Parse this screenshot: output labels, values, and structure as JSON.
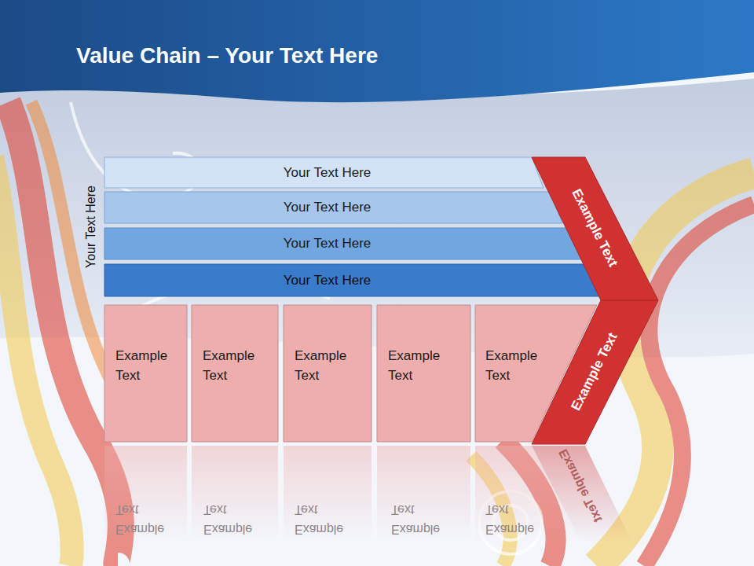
{
  "diagram": {
    "title": "Value Chain – Your Text Here",
    "nodes": [
      {
        "text": [
          "Your Text Here"
        ]
      },
      {
        "text": [
          "Your Text Here"
        ]
      },
      {
        "text": [
          "Your Text Here"
        ]
      },
      {
        "text": [
          "Your Text Here"
        ]
      },
      {
        "text": [
          "Example Text"
        ]
      },
      {
        "text": [
          "Example Text"
        ]
      },
      {
        "text": [
          "Example Text"
        ]
      },
      {
        "text": [
          "Example Text"
        ]
      },
      {
        "text": [
          "Example Text"
        ]
      },
      {
        "text": [
          "Example Text"
        ]
      },
      {
        "text": [
          "Example Text"
        ]
      }
    ],
    "edges": [],
    "labels": [
      "Your Text Here",
      "Example Text",
      "Example Text",
      "Example Text",
      "Example Text",
      "Example Text",
      "Example Text"
    ]
  }
}
